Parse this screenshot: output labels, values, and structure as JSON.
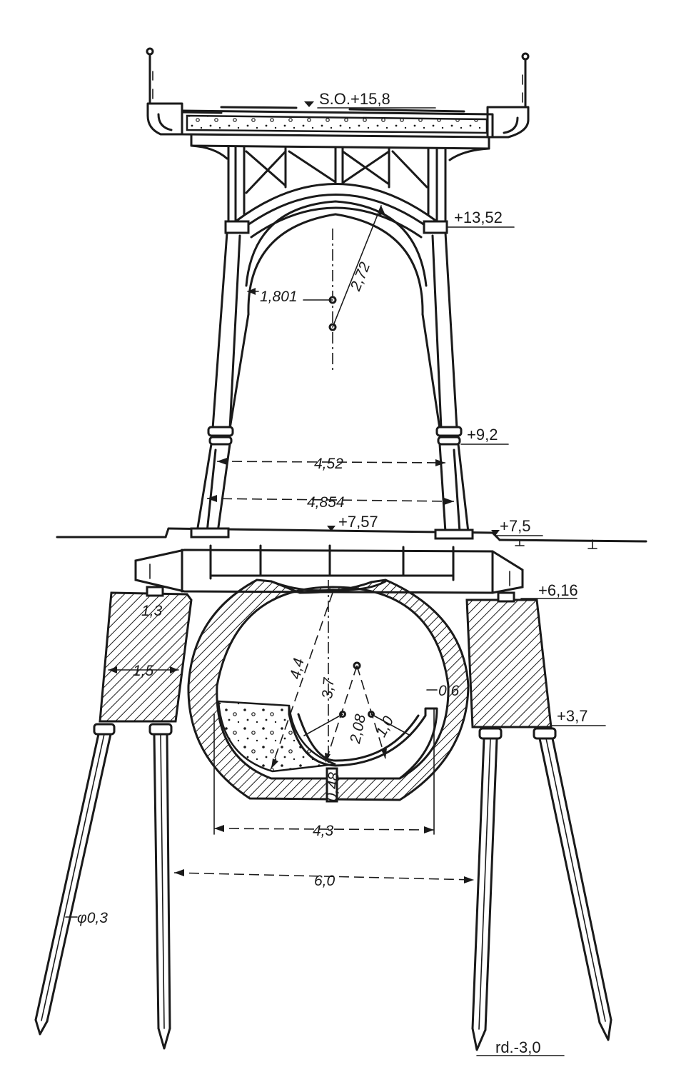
{
  "labels": {
    "top_level": "S.O.+15,8",
    "level_1352": "+13,52",
    "level_92": "+9,2",
    "level_757": "+7,57",
    "level_75": "+7,5",
    "level_616": "+6,16",
    "level_37": "+3,7",
    "level_pile_tip": "rd.-3,0",
    "arch_radius": "2,72",
    "arch_half_span": "1,801",
    "inner_span": "4,52",
    "outer_span": "4,854",
    "cap_height": "1,3",
    "cap_width": "1,5",
    "sewer_r_outer": "4,4",
    "sewer_r_mid": "3,7",
    "sewer_r_invert": "2,08",
    "sewer_r_small": "1,0",
    "sewer_wall": "0,6",
    "sewer_bottom": "0,48",
    "sewer_width": "4,3",
    "pile_spacing": "6,0",
    "pile_diameter": "φ0,3"
  },
  "colors": {
    "ink": "#1a1a1a",
    "paper": "#ffffff"
  }
}
